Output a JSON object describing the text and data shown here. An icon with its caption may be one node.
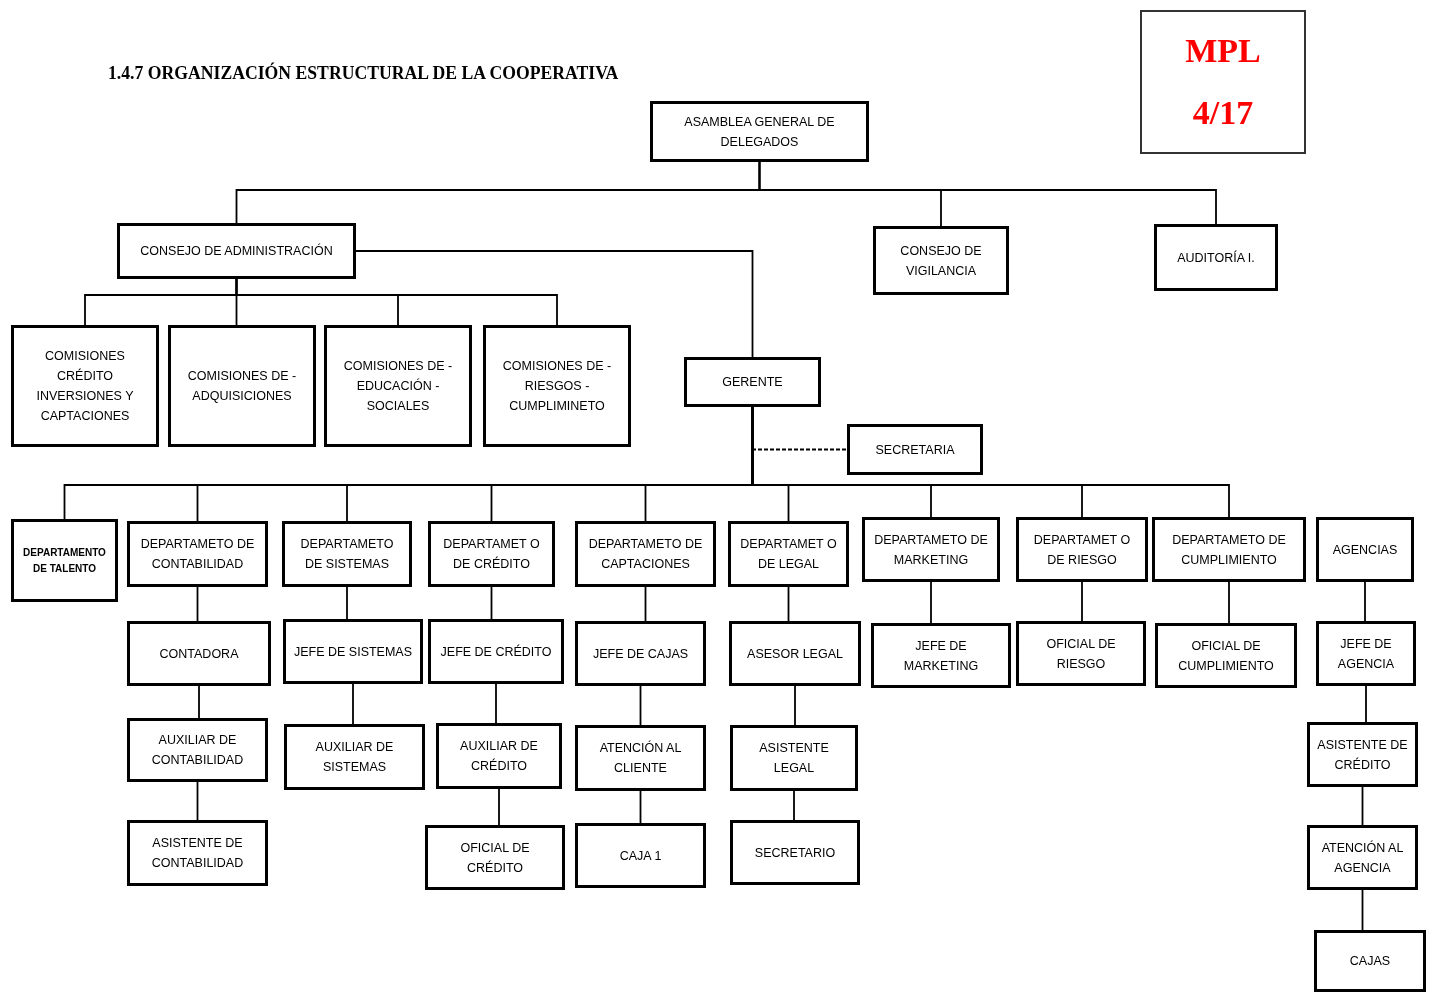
{
  "diagram": {
    "title": "1.4.7 ORGANIZACIÓN ESTRUCTURAL DE LA COOPERATIVA",
    "nodes": [
      {
        "text": [
          "ASAMBLEA GENERAL DE DELEGADOS"
        ]
      },
      {
        "text": [
          "CONSEJO DE ADMINISTRACIÓN"
        ]
      },
      {
        "text": [
          "CONSEJO DE VIGILANCIA"
        ]
      },
      {
        "text": [
          "AUDITORÍA I."
        ]
      },
      {
        "text": [
          "COMISIONES CRÉDITO INVERSIONES Y CAPTACIONES"
        ]
      },
      {
        "text": [
          "COMISIONES DE -ADQUISICIONES"
        ]
      },
      {
        "text": [
          "COMISIONES DE -EDUCACIÓN -SOCIALES"
        ]
      },
      {
        "text": [
          "COMISIONES DE -RIESGOS -CUMPLIMINETO"
        ]
      },
      {
        "text": [
          "GERENTE"
        ]
      },
      {
        "text": [
          "SECRETARIA"
        ]
      },
      {
        "text": [
          "DEPARTAMENTO DE TALENTO"
        ]
      },
      {
        "text": [
          "DEPARTAMETO DE CONTABILIDAD"
        ]
      },
      {
        "text": [
          "DEPARTAMETO DE SISTEMAS"
        ]
      },
      {
        "text": [
          "DEPARTAMET O DE CRÉDITO"
        ]
      },
      {
        "text": [
          "DEPARTAMETO DE CAPTACIONES"
        ]
      },
      {
        "text": [
          "DEPARTAMET O DE LEGAL"
        ]
      },
      {
        "text": [
          "DEPARTAMETO DE MARKETING"
        ]
      },
      {
        "text": [
          "DEPARTAMET O DE RIESGO"
        ]
      },
      {
        "text": [
          "DEPARTAMETO DE CUMPLIMIENTO"
        ]
      },
      {
        "text": [
          "AGENCIAS"
        ]
      },
      {
        "text": [
          "CONTADORA"
        ]
      },
      {
        "text": [
          "JEFE DE SISTEMAS"
        ]
      },
      {
        "text": [
          "JEFE DE CRÉDITO"
        ]
      },
      {
        "text": [
          "JEFE DE CAJAS"
        ]
      },
      {
        "text": [
          "ASESOR LEGAL"
        ]
      },
      {
        "text": [
          "JEFE DE MARKETING"
        ]
      },
      {
        "text": [
          "OFICIAL DE RIESGO"
        ]
      },
      {
        "text": [
          "OFICIAL DE CUMPLIMIENTO"
        ]
      },
      {
        "text": [
          "JEFE DE AGENCIA"
        ]
      },
      {
        "text": [
          "AUXILIAR DE CONTABILIDAD"
        ]
      },
      {
        "text": [
          "AUXILIAR DE SISTEMAS"
        ]
      },
      {
        "text": [
          "AUXILIAR DE CRÉDITO"
        ]
      },
      {
        "text": [
          "ATENCIÓN AL CLIENTE"
        ]
      },
      {
        "text": [
          "ASISTENTE LEGAL"
        ]
      },
      {
        "text": [
          "ASISTENTE DE CRÉDITO"
        ]
      },
      {
        "text": [
          "ASISTENTE DE CONTABILIDAD"
        ]
      },
      {
        "text": [
          "OFICIAL DE CRÉDITO"
        ]
      },
      {
        "text": [
          "CAJA 1"
        ]
      },
      {
        "text": [
          "SECRETARIO"
        ]
      },
      {
        "text": [
          "ATENCIÓN AL AGENCIA"
        ]
      },
      {
        "text": [
          "CAJAS"
        ]
      },
      {
        "text": [
          "MPL",
          "4/17"
        ]
      }
    ],
    "edges": [
      {
        "from": 0,
        "to": 1,
        "arrow": "none"
      },
      {
        "from": 0,
        "to": 2,
        "arrow": "none"
      },
      {
        "from": 0,
        "to": 3,
        "arrow": "none"
      },
      {
        "from": 1,
        "to": 4,
        "arrow": "none"
      },
      {
        "from": 1,
        "to": 5,
        "arrow": "none"
      },
      {
        "from": 1,
        "to": 6,
        "arrow": "none"
      },
      {
        "from": 1,
        "to": 7,
        "arrow": "none"
      },
      {
        "from": 1,
        "to": 8,
        "arrow": "none"
      },
      {
        "from": 8,
        "to": 9,
        "arrow": "none",
        "style": "dashed"
      },
      {
        "from": 8,
        "to": 10,
        "arrow": "none"
      },
      {
        "from": 8,
        "to": 11,
        "arrow": "none"
      },
      {
        "from": 8,
        "to": 12,
        "arrow": "none"
      },
      {
        "from": 8,
        "to": 13,
        "arrow": "none"
      },
      {
        "from": 8,
        "to": 14,
        "arrow": "none"
      },
      {
        "from": 8,
        "to": 15,
        "arrow": "none"
      },
      {
        "from": 8,
        "to": 16,
        "arrow": "none"
      },
      {
        "from": 8,
        "to": 17,
        "arrow": "none"
      },
      {
        "from": 8,
        "to": 18,
        "arrow": "none"
      },
      {
        "from": 11,
        "to": 20,
        "arrow": "none"
      },
      {
        "from": 20,
        "to": 29,
        "arrow": "none"
      },
      {
        "from": 29,
        "to": 35,
        "arrow": "none"
      },
      {
        "from": 12,
        "to": 21,
        "arrow": "none"
      },
      {
        "from": 21,
        "to": 30,
        "arrow": "none"
      },
      {
        "from": 13,
        "to": 22,
        "arrow": "none"
      },
      {
        "from": 22,
        "to": 31,
        "arrow": "none"
      },
      {
        "from": 31,
        "to": 36,
        "arrow": "none"
      },
      {
        "from": 14,
        "to": 23,
        "arrow": "none"
      },
      {
        "from": 23,
        "to": 32,
        "arrow": "none"
      },
      {
        "from": 32,
        "to": 37,
        "arrow": "none"
      },
      {
        "from": 15,
        "to": 24,
        "arrow": "none"
      },
      {
        "from": 24,
        "to": 33,
        "arrow": "none"
      },
      {
        "from": 33,
        "to": 38,
        "arrow": "none"
      },
      {
        "from": 16,
        "to": 25,
        "arrow": "none"
      },
      {
        "from": 17,
        "to": 26,
        "arrow": "none"
      },
      {
        "from": 18,
        "to": 27,
        "arrow": "none"
      },
      {
        "from": 19,
        "to": 28,
        "arrow": "none"
      },
      {
        "from": 28,
        "to": 34,
        "arrow": "none"
      },
      {
        "from": 34,
        "to": 39,
        "arrow": "none"
      },
      {
        "from": 39,
        "to": 40,
        "arrow": "none"
      }
    ]
  }
}
